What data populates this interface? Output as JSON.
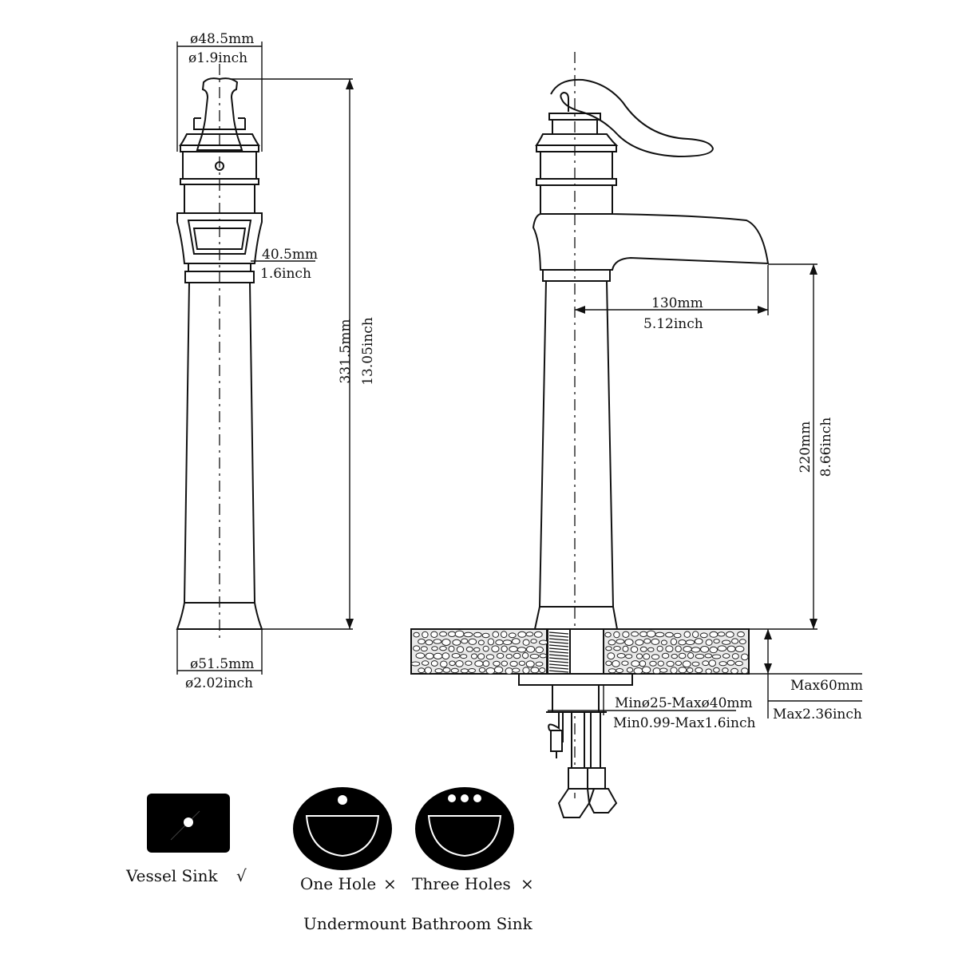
{
  "left_view": {
    "top_diameter_mm": "ø48.5mm",
    "top_diameter_inch": "ø1.9inch",
    "neck_width_mm": "40.5mm",
    "neck_width_inch": "1.6inch",
    "total_height_mm": "331.5mm",
    "total_height_inch": "13.05inch",
    "base_diameter_mm": "ø51.5mm",
    "base_diameter_inch": "ø2.02inch"
  },
  "right_view": {
    "spout_reach_mm": "130mm",
    "spout_reach_inch": "5.12inch",
    "spout_height_mm": "220mm",
    "spout_height_inch": "8.66inch",
    "deck_thickness_mm": "Max60mm",
    "deck_thickness_inch": "Max2.36inch",
    "hole_size_mm": "Minø25-Maxø40mm",
    "hole_size_inch": "Min0.99-Max1.6inch"
  },
  "sink_types": {
    "vessel_label": "Vessel Sink",
    "vessel_mark": "√",
    "one_hole_label": "One Hole",
    "one_hole_mark": "×",
    "three_holes_label": "Three Holes",
    "three_holes_mark": "×",
    "undermount_label": "Undermount Bathroom Sink"
  },
  "colors": {
    "line": "#111111",
    "icon_fill": "#000000",
    "background": "#ffffff"
  }
}
